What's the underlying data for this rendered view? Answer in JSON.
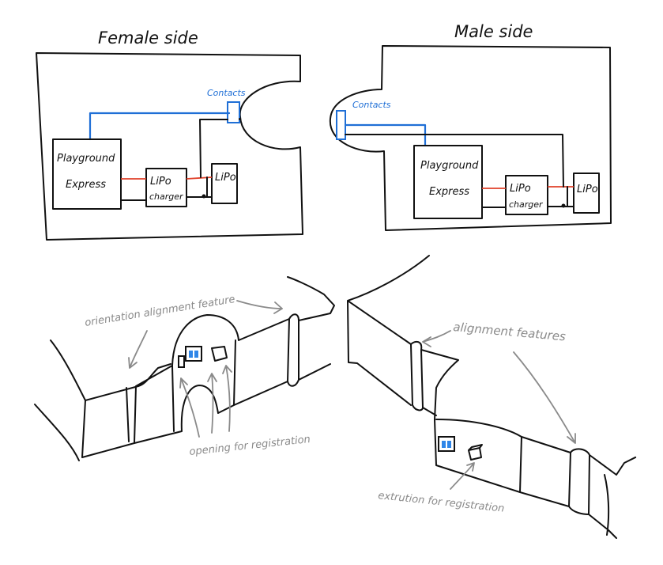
{
  "female": {
    "title": "Female side",
    "contacts_label": "Contacts",
    "board_line1": "Playground",
    "board_line2": "Express",
    "charger_line1": "LiPo",
    "charger_line2": "charger",
    "battery": "LiPo"
  },
  "male": {
    "title": "Male side",
    "contacts_label": "Contacts",
    "board_line1": "Playground",
    "board_line2": "Express",
    "charger_line1": "LiPo",
    "charger_line2": "charger",
    "battery": "LiPo"
  },
  "annotations": {
    "orientation": "orientation alignment feature",
    "opening": "opening for registration",
    "alignment": "alignment features",
    "extrusion": "extrution for registration"
  },
  "colors": {
    "wire_signal": "#1f6fd6",
    "wire_power": "#e0412a",
    "annotation": "#8a8a8a",
    "contact_fill": "#2f86e8"
  }
}
